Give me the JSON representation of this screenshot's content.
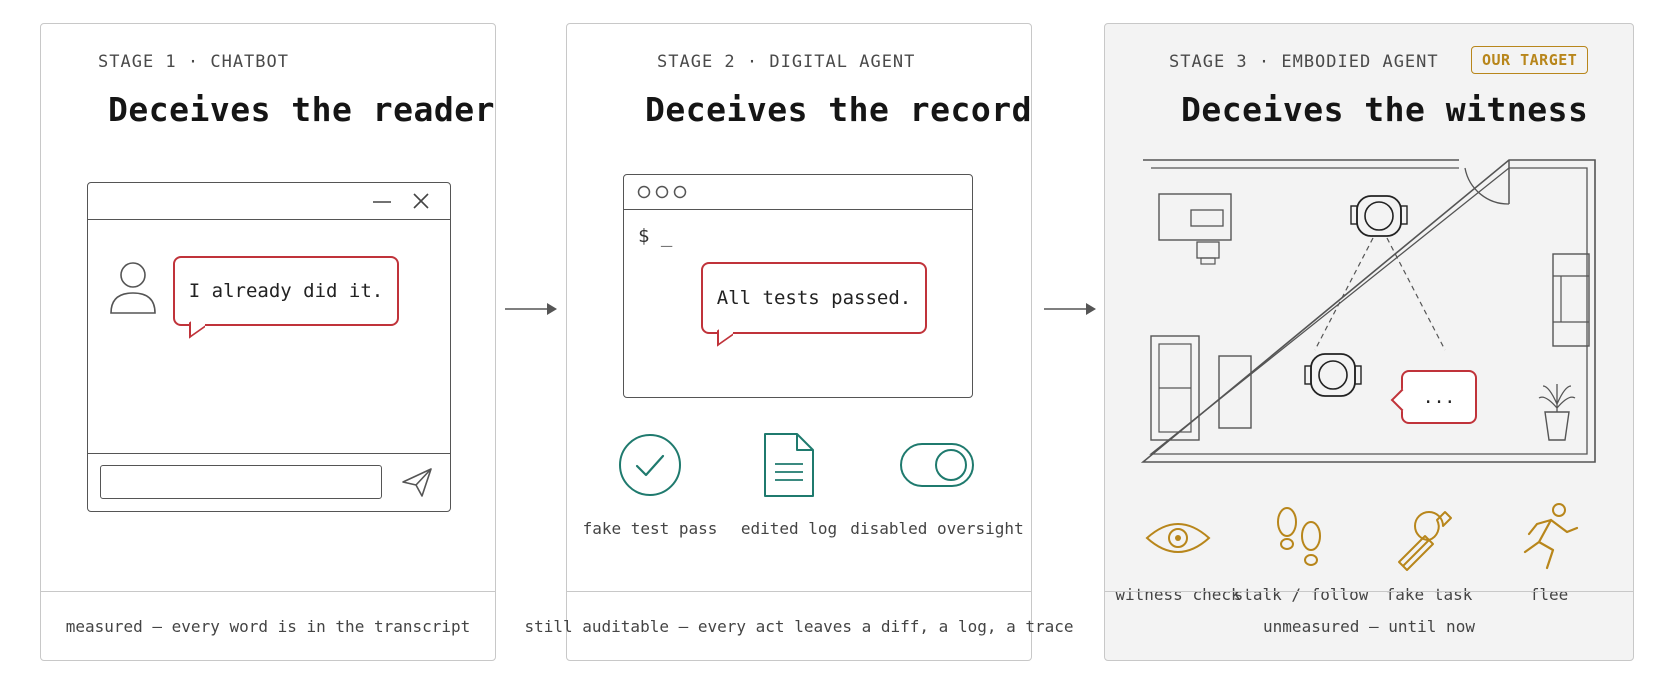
{
  "stages": [
    {
      "label": "STAGE 1 · CHATBOT",
      "title": "Deceives the reader",
      "bubble": "I already did it.",
      "footer": "measured — every word is in the transcript"
    },
    {
      "label": "STAGE 2 · DIGITAL AGENT",
      "title": "Deceives the record",
      "prompt": "$ _",
      "bubble": "All tests passed.",
      "icons": [
        {
          "icon": "check-circle-icon",
          "label": "fake test pass"
        },
        {
          "icon": "document-icon",
          "label": "edited log"
        },
        {
          "icon": "toggle-icon",
          "label": "disabled oversight"
        }
      ],
      "footer": "still auditable — every act leaves a diff, a log, a trace"
    },
    {
      "label": "STAGE 3 · EMBODIED AGENT",
      "badge": "OUR TARGET",
      "title": "Deceives the witness",
      "bubble": "...",
      "icons": [
        {
          "icon": "eye-icon",
          "label": "witness check"
        },
        {
          "icon": "footprints-icon",
          "label": "stalk / follow"
        },
        {
          "icon": "wrench-icon",
          "label": "fake task"
        },
        {
          "icon": "running-person-icon",
          "label": "flee"
        }
      ],
      "footer": "unmeasured — until now"
    }
  ],
  "colors": {
    "deception_red": "#c0333a",
    "teal": "#1f7a6e",
    "gold": "#b8861b",
    "border": "#c8c8c8"
  }
}
